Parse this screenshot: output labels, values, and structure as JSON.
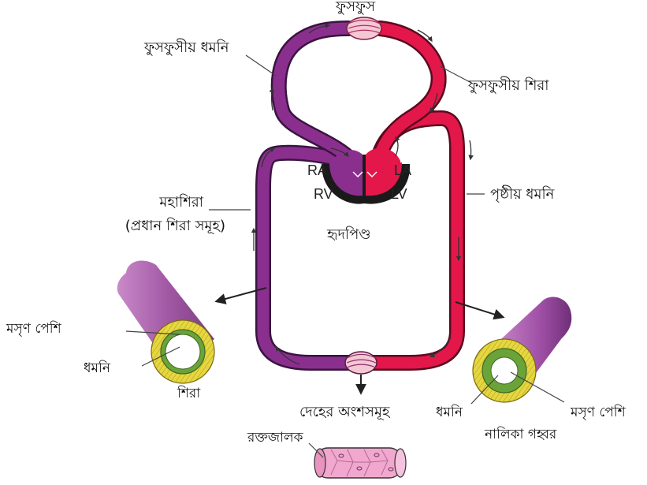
{
  "labels": {
    "lungs": "ফুসফুস",
    "pulmonary_artery": "ফুসফুসীয় ধমনি",
    "pulmonary_vein": "ফুসফুসীয় শিরা",
    "ra": "RA",
    "la": "LA",
    "rv": "RV",
    "lv": "LV",
    "heart": "হৃদপিণ্ড",
    "vena_cava_line1": "মহাশিরা",
    "vena_cava_line2": "(প্রধান শিরা সমূহ)",
    "aorta": "পৃষ্ঠীয় ধমনি",
    "body_parts": "দেহের অংশসমূহ",
    "capillaries": "রক্তজালক",
    "left_muscle": "মসৃণ পেশি",
    "left_artery": "ধমনি",
    "left_vein": "শিরা",
    "right_artery": "ধমনি",
    "right_muscle": "মসৃণ পেশি",
    "right_lumen": "নালিকা গহ্বর"
  },
  "colors": {
    "deoxygenated": "#8b2f8f",
    "oxygenated": "#e4174a",
    "heart_dark": "#1a1a1a",
    "muscle_yellow": "#e2d23a",
    "wall_green": "#6aa33a",
    "capillary_pink": "#f2a7cf"
  }
}
